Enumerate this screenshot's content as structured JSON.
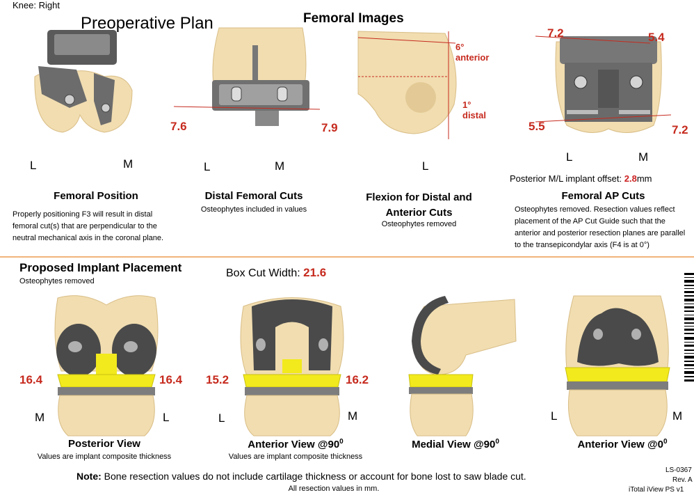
{
  "header": {
    "knee_side": "Knee: Right",
    "doc_title": "Preoperative Plan",
    "section_title": "Femoral Images"
  },
  "femoral": {
    "panel1": {
      "left_label": "L",
      "right_label": "M",
      "caption": "Femoral Position",
      "description": "Properly positioning F3 will result in distal femoral cut(s) that are perpendicular to the neutral mechanical axis in the coronal plane."
    },
    "panel2": {
      "left_value": "7.6",
      "right_value": "7.9",
      "left_label": "L",
      "right_label": "M",
      "caption": "Distal Femoral Cuts",
      "note": "Osteophytes included in values"
    },
    "panel3": {
      "angle_anterior_value": "6°",
      "angle_anterior_label": "anterior",
      "angle_distal_value": "1°",
      "angle_distal_label": "distal",
      "label": "L",
      "caption_line1": "Flexion for Distal and",
      "caption_line2": "Anterior Cuts",
      "note": "Osteophytes removed"
    },
    "panel4": {
      "top_left_value": "7.2",
      "top_right_value": "5.4",
      "bottom_left_value": "5.5",
      "bottom_right_value": "7.2",
      "left_label": "L",
      "right_label": "M",
      "offset_label": "Posterior M/L implant offset:",
      "offset_value": "2.8",
      "offset_unit": "mm",
      "caption": "Femoral AP Cuts",
      "description": "Osteophytes removed. Resection values reflect placement of the AP Cut Guide such that the anterior and posterior resection planes are parallel to the transepicondylar axis (F4 is at 0°)"
    }
  },
  "implant": {
    "title": "Proposed Implant Placement",
    "subtitle": "Osteophytes removed",
    "box_cut_label": "Box Cut Width:",
    "box_cut_value": "21.6",
    "views": [
      {
        "left_value": "16.4",
        "right_value": "16.4",
        "left_label": "M",
        "right_label": "L",
        "caption": "Posterior View",
        "note": "Values are implant composite thickness"
      },
      {
        "left_value": "15.2",
        "right_value": "16.2",
        "left_label": "L",
        "right_label": "M",
        "caption": "Anterior View @90",
        "caption_sup": "0",
        "note": "Values are implant composite thickness"
      },
      {
        "caption": "Medial View @90",
        "caption_sup": "0"
      },
      {
        "left_label": "L",
        "right_label": "M",
        "caption": "Anterior View @0",
        "caption_sup": "0"
      }
    ]
  },
  "footer": {
    "note_bold": "Note:",
    "note_text": "Bone resection values do not include cartilage thickness or account for bone lost to saw blade cut.",
    "units_note": "All resection values in mm.",
    "doc_code": "LS-0367",
    "revision": "Rev. A",
    "product": "iTotal iView PS v1"
  },
  "colors": {
    "bone": "#f1ddb0",
    "bone_shade": "#d9bd86",
    "metal": "#5a5a5a",
    "metal_light": "#8a8a8a",
    "insert_yellow": "#f2ea1c",
    "value_red": "#c62a1e",
    "divider": "#f2b37a"
  }
}
